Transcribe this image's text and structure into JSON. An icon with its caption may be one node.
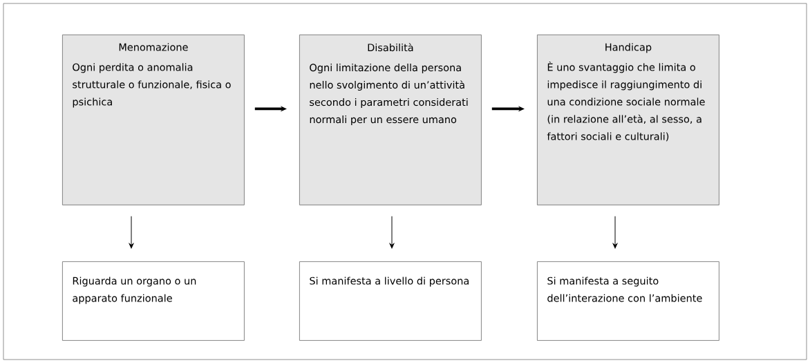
{
  "diagram": {
    "nodes": [
      {
        "text": [
          "Menomazione",
          "Ogni perdita o anomalia strutturale o funzionale, fisica o psichica"
        ]
      },
      {
        "text": [
          "Disabilità",
          "Ogni limitazione della persona nello svolgimento di un’attività secondo i parametri considerati normali per un essere umano"
        ]
      },
      {
        "text": [
          "Handicap",
          "È uno svantaggio che limita o impedisce il raggiungimento di una condizione sociale normale (in relazione all’età, al sesso, a fattori sociali e culturali)"
        ]
      },
      {
        "text": [
          "Riguarda un organo o un apparato funzionale"
        ]
      },
      {
        "text": [
          "Si manifesta a livello di persona"
        ]
      },
      {
        "text": [
          "Si manifesta a seguito dell’interazione con l’ambiente"
        ]
      }
    ],
    "edges": [
      {
        "from": 0,
        "to": 1,
        "arrow": "to",
        "style": "thick"
      },
      {
        "from": 1,
        "to": 2,
        "arrow": "to",
        "style": "thick"
      },
      {
        "from": 0,
        "to": 3,
        "arrow": "to"
      },
      {
        "from": 1,
        "to": 4,
        "arrow": "to"
      },
      {
        "from": 2,
        "to": 5,
        "arrow": "to"
      }
    ]
  }
}
